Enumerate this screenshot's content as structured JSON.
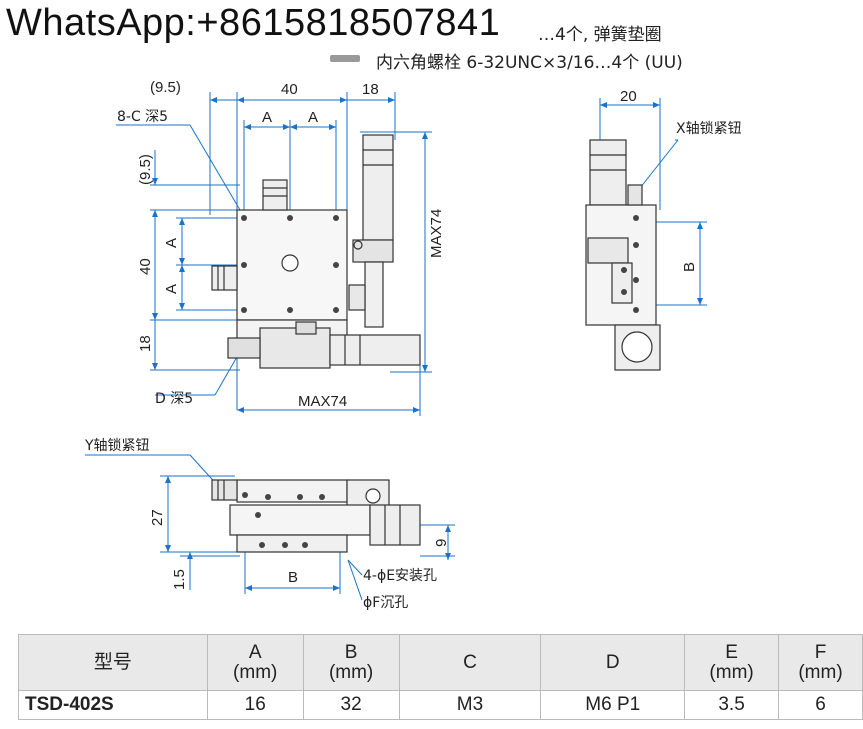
{
  "watermark": "WhatsApp:+8615818507841",
  "header": {
    "line1": "…4个, 弹簧垫圈",
    "line2": "内六角螺栓 6-32UNC×3/16…4个 (UU)"
  },
  "top_view": {
    "dim_9_5_top": "(9.5)",
    "dim_40_top": "40",
    "dim_18_top": "18",
    "dim_A_1": "A",
    "dim_A_2": "A",
    "label_8c": "8-C 深5",
    "dim_9_5_left": "(9.5)",
    "dim_A_left_1": "A",
    "dim_A_left_2": "A",
    "dim_40_left": "40",
    "dim_18_left": "18",
    "dim_max74_right": "MAX74",
    "label_d": "D 深5",
    "dim_max74_bottom": "MAX74"
  },
  "side_view": {
    "dim_20": "20",
    "label_x_lock": "X轴锁紧钮",
    "dim_B": "B"
  },
  "front_view": {
    "label_y_lock": "Y轴锁紧钮",
    "dim_27": "27",
    "dim_9": "9",
    "dim_1_5": "1.5",
    "dim_B": "B",
    "label_e": "4-ϕE安装孔",
    "label_f": "ϕF沉孔"
  },
  "table": {
    "headers": [
      {
        "top": "型号",
        "bottom": ""
      },
      {
        "top": "A",
        "bottom": "(mm)"
      },
      {
        "top": "B",
        "bottom": "(mm)"
      },
      {
        "top": "C",
        "bottom": ""
      },
      {
        "top": "D",
        "bottom": ""
      },
      {
        "top": "E",
        "bottom": "(mm)"
      },
      {
        "top": "F",
        "bottom": "(mm)"
      }
    ],
    "rows": [
      [
        "TSD-402S",
        "16",
        "32",
        "M3",
        "M6 P1",
        "3.5",
        "6"
      ]
    ]
  }
}
